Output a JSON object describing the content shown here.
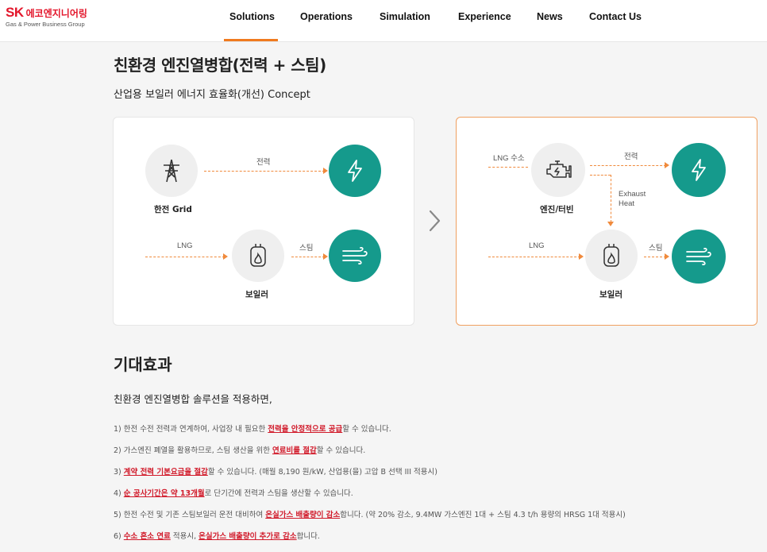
{
  "header": {
    "logo": {
      "brand": "SK",
      "name": "에코엔지니어링",
      "tagline": "Gas & Power Business Group"
    },
    "nav": [
      {
        "label": "Solutions",
        "active": true
      },
      {
        "label": "Operations"
      },
      {
        "label": "Simulation"
      },
      {
        "label": "Experience"
      },
      {
        "label": "News"
      },
      {
        "label": "Contact Us"
      }
    ],
    "accent_color": "#f07a1f"
  },
  "page": {
    "title": "친환경 엔진열병합(전력 + 스팀)",
    "subtitle": "산업용 보일러 에너지 효율화(개선) Concept"
  },
  "diagram_before": {
    "grid_label": "한전 Grid",
    "power_label": "전력",
    "lng_label": "LNG",
    "steam_label": "스팀",
    "boiler_label": "보일러",
    "icons": [
      "transmission-tower-icon",
      "lightning-icon",
      "boiler-icon",
      "steam-icon"
    ]
  },
  "diagram_after": {
    "lng_fuel_label": "LNG 수소",
    "engine_label": "엔진/터빈",
    "power_label": "전력",
    "exhaust_label_1": "Exhaust",
    "exhaust_label_2": "Heat",
    "lng_label": "LNG",
    "steam_label": "스팀",
    "boiler_label": "보일러",
    "icons": [
      "engine-icon",
      "lightning-icon",
      "boiler-icon",
      "steam-icon"
    ]
  },
  "colors": {
    "teal": "#159a8c",
    "arrow": "#f08a3c",
    "highlight": "#d11a2a",
    "card_after_border": "#f0a060"
  },
  "effects": {
    "title": "기대효과",
    "intro": "친환경 엔진열병합 솔루션을 적용하면,",
    "items": [
      {
        "pre": "1) 한전 수전 전력과 연계하여, 사업장 내 필요한 ",
        "hl": "전력을 안정적으로 공급",
        "post": "할 수 있습니다."
      },
      {
        "pre": "2) 가스엔진 폐열을 활용하므로, 스팀 생산을 위한 ",
        "hl": "연료비를 절감",
        "post": "할 수 있습니다."
      },
      {
        "pre": "3) ",
        "hl": "계약 전력 기본요금을 절감",
        "post": "할 수 있습니다. (매월 8,190 원/kW, 산업용(을) 고압 B 선택 III 적용시)"
      },
      {
        "pre": "4) ",
        "hl": "순 공사기간은 약 13개월",
        "post": "로 단기간에 전력과 스팀을 생산할 수 있습니다."
      },
      {
        "pre": "5) 한전 수전 및 기존 스팀보일러 운전 대비하여 ",
        "hl": "온실가스 배출량이 감소",
        "post": "합니다. (약 20% 감소, 9.4MW 가스엔진 1대 + 스팀 4.3 t/h 용량의 HRSG 1대 적용시)"
      },
      {
        "pre": "6) ",
        "hl": "수소 혼소 연료",
        "mid": " 적용시, ",
        "hl2": "온실가스 배출량이 추가로 감소",
        "post": "합니다."
      }
    ]
  }
}
